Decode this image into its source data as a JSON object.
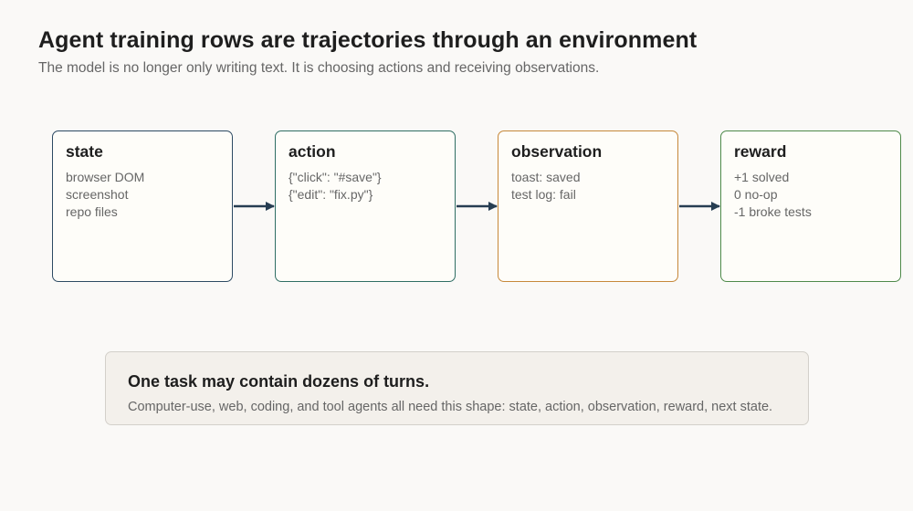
{
  "title": "Agent training rows are trajectories through an environment",
  "subtitle": "The model is no longer only writing text. It is choosing actions and receiving observations.",
  "colors": {
    "state_border": "#2d4a63",
    "action_border": "#2f6e64",
    "observation_border": "#c6883a",
    "reward_border": "#4e8a4a",
    "arrow": "#263d52"
  },
  "boxes": [
    {
      "title": "state",
      "lines": [
        "browser DOM",
        "screenshot",
        "repo files"
      ]
    },
    {
      "title": "action",
      "lines": [
        "{\"click\": \"#save\"}",
        "{\"edit\": \"fix.py\"}"
      ]
    },
    {
      "title": "observation",
      "lines": [
        "toast: saved",
        "test log: fail"
      ]
    },
    {
      "title": "reward",
      "lines": [
        "+1 solved",
        "0 no-op",
        "-1 broke tests"
      ]
    }
  ],
  "note": {
    "title": "One task may contain dozens of turns.",
    "text": "Computer-use, web, coding, and tool agents all need this shape: state, action, observation, reward, next state."
  }
}
